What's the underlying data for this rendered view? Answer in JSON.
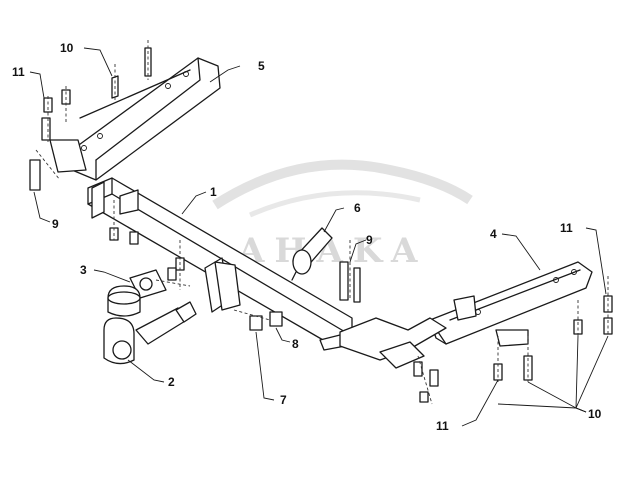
{
  "watermark": {
    "text": "AHAKA"
  },
  "callouts": [
    {
      "id": "1",
      "label": "1"
    },
    {
      "id": "2",
      "label": "2"
    },
    {
      "id": "3",
      "label": "3"
    },
    {
      "id": "4",
      "label": "4"
    },
    {
      "id": "5",
      "label": "5"
    },
    {
      "id": "6",
      "label": "6"
    },
    {
      "id": "7",
      "label": "7"
    },
    {
      "id": "8",
      "label": "8"
    },
    {
      "id": "9a",
      "label": "9"
    },
    {
      "id": "9b",
      "label": "9"
    },
    {
      "id": "10a",
      "label": "10"
    },
    {
      "id": "10b",
      "label": "10"
    },
    {
      "id": "11a",
      "label": "11"
    },
    {
      "id": "11b",
      "label": "11"
    },
    {
      "id": "11c",
      "label": "11"
    }
  ]
}
